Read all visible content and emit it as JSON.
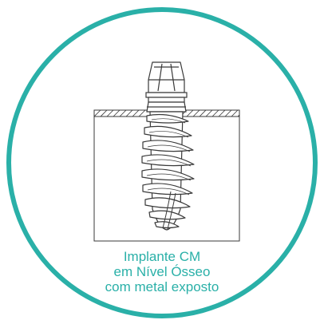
{
  "colors": {
    "ring": "#2ab0a8",
    "caption": "#2ab0a8",
    "line_art": "#3a3a3a",
    "background": "#ffffff"
  },
  "caption": {
    "line1": "Implante CM",
    "line2": "em Nível Ósseo",
    "line3": "com metal exposto"
  }
}
